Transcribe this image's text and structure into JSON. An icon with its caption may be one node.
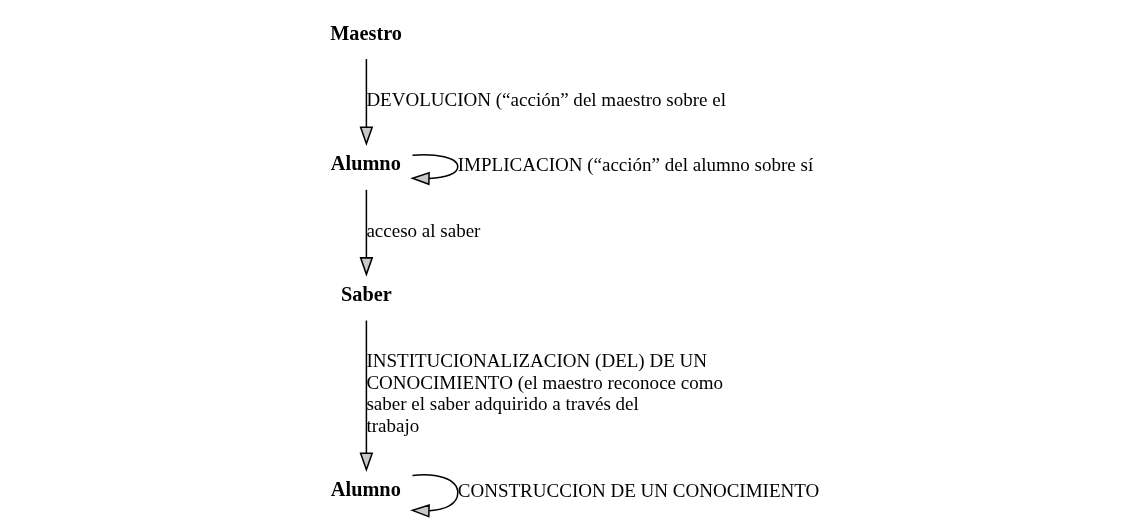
{
  "diagram": {
    "nodes": [
      {
        "text": [
          "Maestro"
        ]
      },
      {
        "text": [
          "Alumno"
        ]
      },
      {
        "text": [
          "Saber"
        ]
      },
      {
        "text": [
          "Alumno"
        ]
      }
    ],
    "edges": [
      {
        "from": 0,
        "to": 1,
        "arrow": "to",
        "label": "DEVOLUCION (“acción” del maestro sobre el"
      },
      {
        "from": 1,
        "to": 1,
        "arrow": "to",
        "label": "IMPLICACION (“acción” del alumno sobre sí"
      },
      {
        "from": 1,
        "to": 2,
        "arrow": "to",
        "label": "acceso al saber"
      },
      {
        "from": 2,
        "to": 3,
        "arrow": "to",
        "label": "INSTITUCIONALIZACION (DEL) DE UN CONOCIMIENTO (el maestro reconoce como saber el saber adquirido a través del trabajo"
      },
      {
        "from": 3,
        "to": 3,
        "arrow": "to",
        "label": "CONSTRUCCION DE UN CONOCIMIENTO"
      }
    ]
  }
}
